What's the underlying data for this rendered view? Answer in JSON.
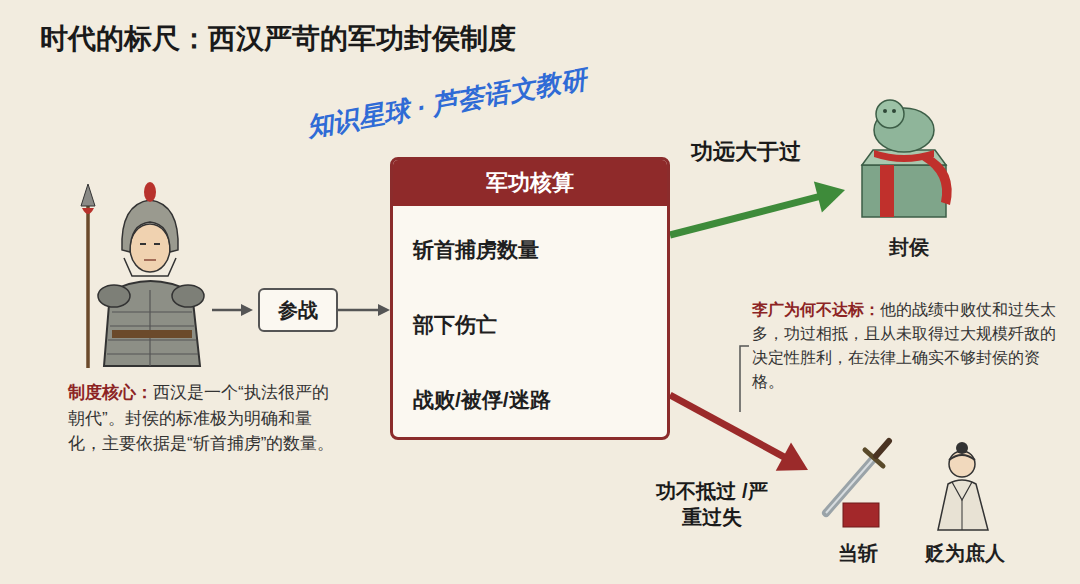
{
  "diagram": {
    "title": "时代的标尺：西汉严苛的军功封侯制度",
    "nodes": [
      {
        "text": [
          "参战"
        ]
      },
      {
        "text": [
          "军功核算",
          "斩首捕虏数量",
          "部下伤亡",
          "战败/被俘/迷路"
        ]
      },
      {
        "text": [
          "封侯"
        ]
      },
      {
        "text": [
          "当斩"
        ]
      },
      {
        "text": [
          "贬为庶人"
        ]
      }
    ],
    "edges": [
      {
        "from": 0,
        "to": 1,
        "arrow": "to"
      },
      {
        "from": 1,
        "to": 2,
        "arrow": "to",
        "label": "功远大于过"
      },
      {
        "from": 1,
        "to": 3,
        "arrow": "to",
        "label": "功不抵过 /严重过失"
      }
    ],
    "labels": [
      "制度核心：",
      "西汉是一个“执法很严的朝代”。封侯的标准极为明确和量化，主要依据是“斩首捕虏”的数量。",
      "李广为何不达标：",
      "他的战绩中败仗和过失太多，功过相抵，且从未取得过大规模歼敌的决定性胜利，在法律上确实不够封侯的资格。",
      "知识星球 · 芦荟语文教研"
    ]
  }
}
